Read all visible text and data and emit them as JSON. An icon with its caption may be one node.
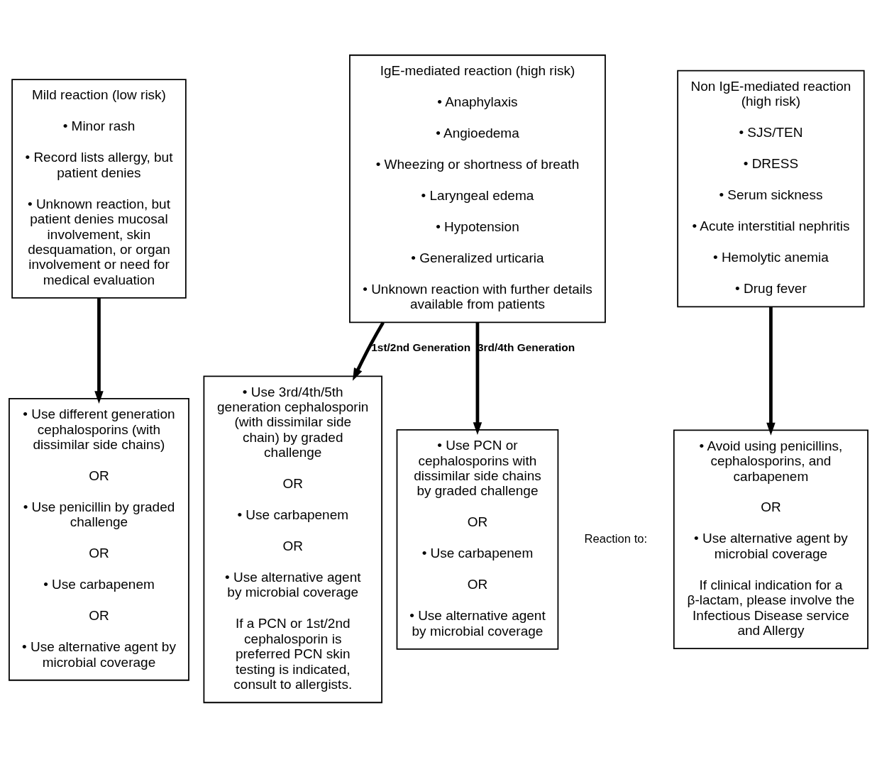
{
  "diagram": {
    "nodes": [
      {
        "text": [
          "Mild reaction (low risk)",
          "• Minor rash",
          "• Record lists allergy, but patient denies",
          "• Unknown reaction, but patient denies mucosal involvement, skin desquamation, or organ involvement or need for medical evaluation"
        ]
      },
      {
        "text": [
          "IgE-mediated reaction (high risk)",
          "• Anaphylaxis",
          "• Angioedema",
          "• Wheezing or shortness of breath",
          "• Laryngeal edema",
          "• Hypotension",
          "• Generalized urticaria",
          "• Unknown reaction with further details available from patients"
        ]
      },
      {
        "text": [
          "Non IgE-mediated reaction (high risk)",
          "• SJS/TEN",
          "• DRESS",
          "• Serum sickness",
          "• Acute interstitial nephritis",
          "• Hemolytic anemia",
          "• Drug fever"
        ]
      },
      {
        "text": [
          "• Use different generation cephalosporins (with dissimilar side chains)",
          "OR",
          "• Use penicillin by graded challenge",
          "OR",
          "• Use carbapenem",
          "OR",
          "• Use alternative agent by microbial coverage"
        ]
      },
      {
        "text": [
          "• Use 3rd/4th/5th generation cephalosporin (with dissimilar side chain) by graded challenge",
          "OR",
          "• Use carbapenem",
          "OR",
          "• Use alternative agent by microbial coverage",
          "If a PCN or 1st/2nd cephalosporin is preferred PCN skin testing is indicated, consult to allergists."
        ]
      },
      {
        "text": [
          "• Use PCN or cephalosporins with dissimilar side chains by graded challenge",
          "OR",
          "• Use carbapenem",
          "OR",
          "• Use alternative agent by microbial coverage"
        ]
      },
      {
        "text": [
          "• Avoid using penicillins, cephalosporins, and carbapenem",
          "OR",
          "• Use alternative agent by microbial coverage",
          "If clinical indication for a β-lactam, please involve the Infectious Disease service and Allergy"
        ]
      }
    ],
    "edges": [
      {
        "from": 0,
        "to": 3,
        "arrow": "to"
      },
      {
        "from": 1,
        "to": 4,
        "arrow": "to",
        "label": "1st/2nd Generation"
      },
      {
        "from": 1,
        "to": 5,
        "arrow": "to",
        "label": "3rd/4th Generation"
      },
      {
        "from": 2,
        "to": 6,
        "arrow": "to"
      }
    ],
    "labels": [
      "Reaction to:"
    ]
  }
}
